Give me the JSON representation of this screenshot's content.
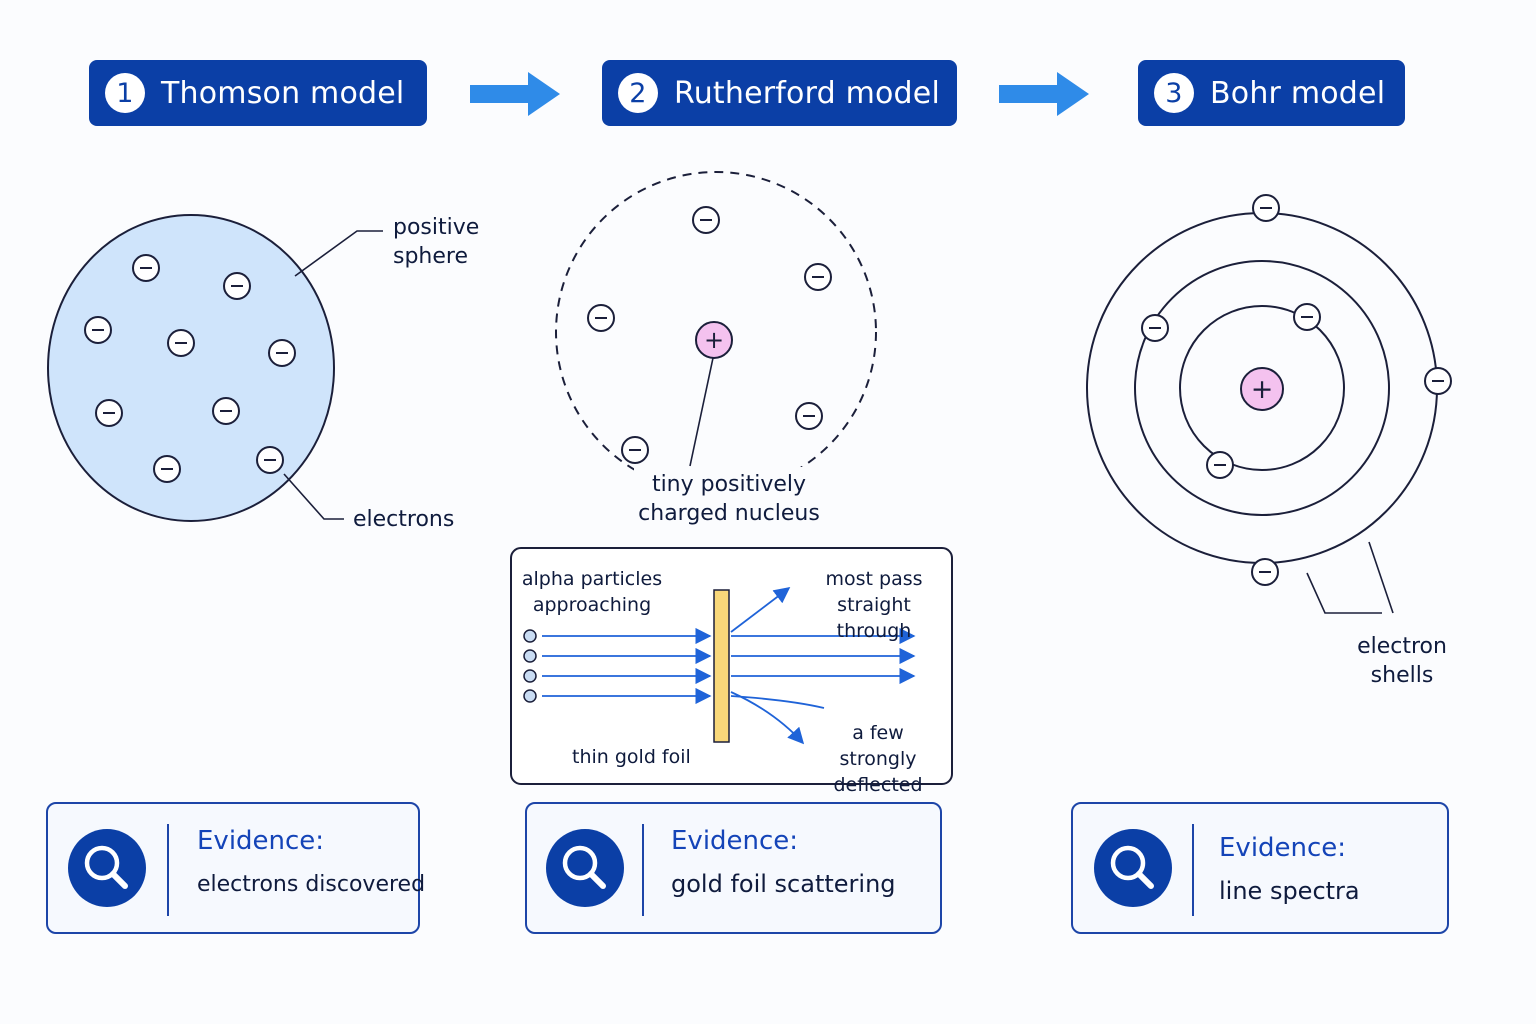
{
  "steps": [
    {
      "number": "1",
      "title": "Thomson model"
    },
    {
      "number": "2",
      "title": "Rutherford model"
    },
    {
      "number": "3",
      "title": "Bohr model"
    }
  ],
  "thomson": {
    "sphere_label": "positive\nsphere",
    "electrons_label": "electrons",
    "electron_symbol": "−",
    "sphere_color": "#cfe4fb"
  },
  "rutherford": {
    "nucleus_symbol": "+",
    "nucleus_label": "tiny positively\ncharged nucleus",
    "nucleus_color": "#f4c2ef"
  },
  "experiment": {
    "alpha_label": "alpha particles\napproaching",
    "pass_label": "most pass\nstraight through",
    "foil_label": "thin gold foil",
    "deflect_label": "a few strongly\ndeflected",
    "foil_color": "#f8d77a",
    "beam_color": "#1f63d8",
    "particle_color": "#c9dcf3"
  },
  "bohr": {
    "shells_label": "electron\nshells",
    "nucleus_symbol": "+"
  },
  "evidence": [
    {
      "title": "Evidence:",
      "text": "electrons discovered"
    },
    {
      "title": "Evidence:",
      "text": "gold foil scattering"
    },
    {
      "title": "Evidence:",
      "text": "line spectra"
    }
  ],
  "colors": {
    "accent": "#0b3fa6",
    "arrow": "#2f8be8",
    "outline": "#1b1f3a"
  },
  "icons": {
    "flow_arrow": "right-arrow-icon",
    "evidence": "magnifier-icon"
  }
}
